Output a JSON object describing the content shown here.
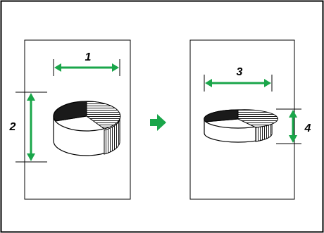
{
  "diagram": {
    "labels": {
      "original_width": "1",
      "original_height": "2",
      "reduced_width": "3",
      "reduced_height": "4"
    },
    "colors": {
      "dimension_arrow": "#1aa64a",
      "direction_arrow": "#1aa64a",
      "frame": "#000000",
      "pie_dark": "#1a1a1a",
      "pie_light": "#ffffff"
    },
    "icons": {
      "direction": "right-arrow-icon",
      "chart": "pie-chart-icon"
    }
  }
}
